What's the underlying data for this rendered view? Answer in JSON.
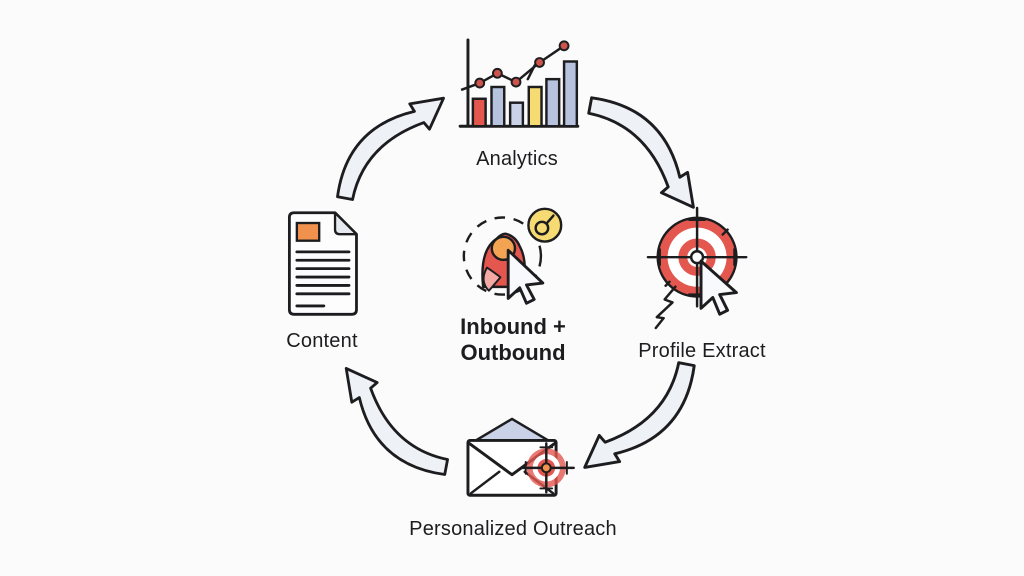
{
  "diagram": {
    "title": "Inbound + Outbound",
    "center": {
      "line1": "Inbound +",
      "line2": "Outbound",
      "icon": "person-click-cursor"
    },
    "nodes": [
      {
        "id": "analytics",
        "label": "Analytics",
        "icon": "bar-line-chart",
        "position": "top"
      },
      {
        "id": "profile-extract",
        "label": "Profile Extract",
        "icon": "bullseye-cursor",
        "position": "right"
      },
      {
        "id": "personalized-outreach",
        "label": "Personalized Outreach",
        "icon": "envelope-bullseye",
        "position": "bottom"
      },
      {
        "id": "content",
        "label": "Content",
        "icon": "document",
        "position": "left"
      }
    ],
    "arrows": [
      {
        "from": "content",
        "to": "analytics"
      },
      {
        "from": "analytics",
        "to": "profile-extract"
      },
      {
        "from": "profile-extract",
        "to": "personalized-outreach"
      },
      {
        "from": "personalized-outreach",
        "to": "content"
      }
    ],
    "colors": {
      "background": "#fbfbfc",
      "ink": "#1d1d1f",
      "red": "#e4574f",
      "dot_red": "#cd544c",
      "blue_gray": "#b7c3de",
      "light_blue_gray": "#c9d2e6",
      "yellow": "#f6da72",
      "orange": "#f0924e",
      "pink": "#f4a9a4",
      "head_orange": "#f2a452",
      "arrow_fill": "#eef1f6",
      "cursor_fill": "#f7f9fc",
      "paper": "#fdfdfe",
      "fold": "#e6eaf0"
    }
  }
}
